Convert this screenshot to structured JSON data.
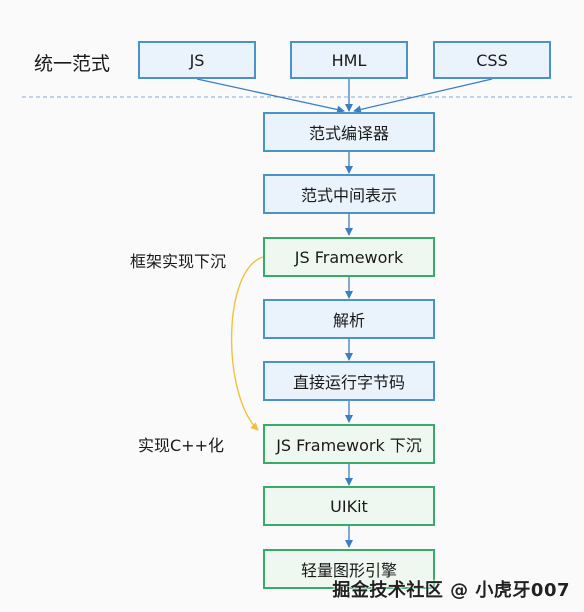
{
  "diagram": {
    "section_label": "统一范式",
    "inputs": {
      "js": "JS",
      "hml": "HML",
      "css": "CSS"
    },
    "nodes": {
      "compiler": "范式编译器",
      "ir": "范式中间表示",
      "js_framework": "JS Framework",
      "parse": "解析",
      "run_bytecode": "直接运行字节码",
      "js_framework_sink": "JS Framework 下沉",
      "uikit": "UIKit",
      "graphics_engine": "轻量图形引擎"
    },
    "annotations": {
      "framework_sink": "框架实现下沉",
      "cpp_impl": "实现C++化"
    },
    "colors": {
      "blue_border": "#4a93c8",
      "blue_fill": "#eaf2fb",
      "green_border": "#3aaa6a",
      "green_fill": "#eef8f1",
      "arrow": "#3c7fc0",
      "dashed_line": "#8aa8d8",
      "curve": "#f0c040"
    }
  },
  "watermark": "掘金技术社区 @ 小虎牙007"
}
